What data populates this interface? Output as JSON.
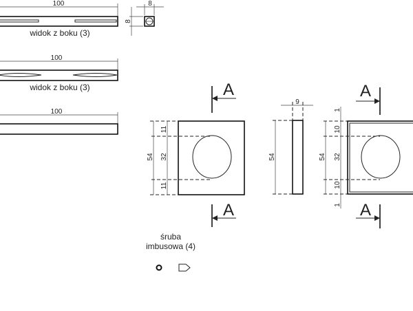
{
  "bars": [
    {
      "length_label": "100",
      "caption": "widok z boku (3)"
    },
    {
      "length_label": "100",
      "caption": "widok z boku (3)"
    },
    {
      "length_label": "100"
    }
  ],
  "end_view": {
    "width_label": "8",
    "height_label": "8"
  },
  "plate_front": {
    "height_label": "54",
    "top_label": "11",
    "hole_label": "32",
    "bottom_label": "11",
    "section_top": "A",
    "section_bottom": "A"
  },
  "plate_side": {
    "thickness_label": "9",
    "height_label": "54"
  },
  "plate_section": {
    "height_label": "54",
    "top_gap": "1",
    "top_label": "10",
    "hole_label": "32",
    "bottom_label": "10",
    "bottom_gap": "1",
    "section_top": "A",
    "section_bottom": "A"
  },
  "screw": {
    "line1": "śruba",
    "line2": "imbusowa (4)"
  }
}
